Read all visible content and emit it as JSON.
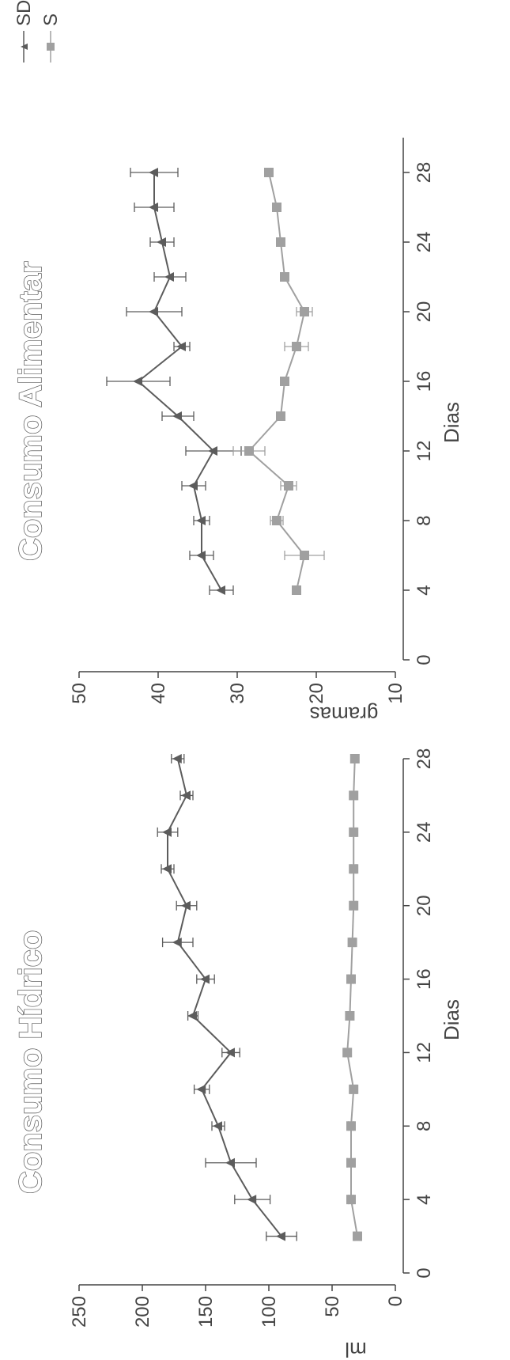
{
  "chart_data": [
    {
      "type": "line",
      "title": "Consumo Hídrico",
      "xlabel": "Dias",
      "ylabel": "ml",
      "xlim": [
        0,
        28
      ],
      "ylim": [
        0,
        250
      ],
      "xticks": [
        0,
        4,
        8,
        12,
        16,
        20,
        24,
        28
      ],
      "yticks": [
        0,
        50,
        100,
        150,
        200,
        250
      ],
      "x": [
        2,
        4,
        6,
        8,
        10,
        12,
        14,
        16,
        18,
        20,
        22,
        24,
        26,
        28
      ],
      "series": [
        {
          "name": "SD",
          "marker": "triangle",
          "values": [
            90,
            113,
            130,
            140,
            153,
            130,
            160,
            150,
            172,
            165,
            180,
            180,
            165,
            172
          ],
          "errors": [
            12,
            14,
            20,
            5,
            6,
            7,
            4,
            7,
            12,
            8,
            5,
            8,
            5,
            5
          ]
        },
        {
          "name": "S",
          "marker": "square",
          "values": [
            30,
            35,
            35,
            35,
            33,
            38,
            36,
            35,
            34,
            33,
            33,
            33,
            33,
            32
          ],
          "errors": [
            2,
            2,
            3,
            2,
            2,
            2,
            2,
            2,
            2,
            2,
            2,
            2,
            2,
            2
          ]
        }
      ]
    },
    {
      "type": "line",
      "title": "Consumo Alimentar",
      "xlabel": "Dias",
      "ylabel": "gramas",
      "xlim": [
        0,
        30
      ],
      "ylim": [
        10,
        50
      ],
      "xticks": [
        0,
        4,
        8,
        12,
        16,
        20,
        24,
        28
      ],
      "yticks": [
        10,
        20,
        30,
        40,
        50
      ],
      "x": [
        4,
        6,
        8,
        10,
        12,
        14,
        16,
        18,
        20,
        22,
        24,
        26,
        28
      ],
      "series": [
        {
          "name": "SD",
          "marker": "triangle",
          "values": [
            32,
            34.5,
            34.5,
            35.5,
            33,
            37.5,
            42.5,
            37,
            40.5,
            38.5,
            39.5,
            40.5,
            40.5
          ],
          "errors": [
            1.5,
            1.5,
            1,
            1.5,
            3.5,
            2,
            4,
            1,
            3.5,
            2,
            1.5,
            2.5,
            3
          ]
        },
        {
          "name": "S",
          "marker": "square",
          "values": [
            22.5,
            21.5,
            25,
            23.5,
            28.5,
            24.5,
            24,
            22.5,
            21.5,
            24,
            24.5,
            25,
            26
          ],
          "errors": [
            0.5,
            2.5,
            0.8,
            1,
            2,
            0.5,
            0.5,
            1.5,
            1,
            0.5,
            0.5,
            0.5,
            0.5
          ]
        }
      ]
    }
  ],
  "legend": {
    "position": "top-right",
    "items": [
      {
        "label": "SD",
        "marker": "triangle"
      },
      {
        "label": "S",
        "marker": "square"
      }
    ]
  },
  "colors": {
    "sd": "#5c5c5c",
    "s": "#a0a0a0",
    "axis": "#444444"
  }
}
